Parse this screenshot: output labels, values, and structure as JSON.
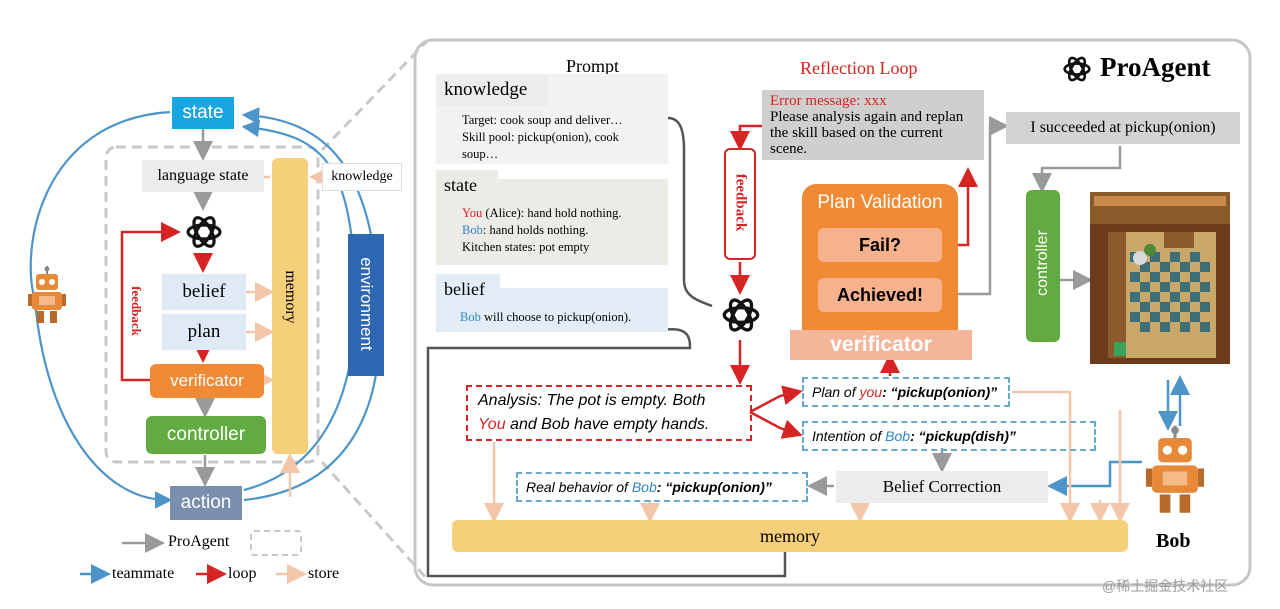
{
  "left": {
    "state_label": "state",
    "language_state_label": "language state",
    "knowledge_label": "knowledge",
    "belief_label": "belief",
    "plan_label": "plan",
    "verificator_label": "verificator",
    "controller_label": "controller",
    "action_label": "action",
    "memory_label": "memory",
    "environment_label": "environment",
    "feedback_label": "feedback"
  },
  "legend": {
    "proagent_label": "ProAgent",
    "teammate_label": "teammate",
    "loop_label": "loop",
    "store_label": "store"
  },
  "right": {
    "brand_title": "ProAgent",
    "prompt_title": "Prompt",
    "knowledge_heading": "knowledge",
    "knowledge_text": "Target: cook soup and deliver…\nSkill pool: pickup(onion), cook soup…",
    "state_heading": "state",
    "state_you": "You",
    "state_you_rest": " (Alice): hand hold nothing.",
    "state_bob": "Bob",
    "state_bob_rest": ": hand holds nothing.",
    "state_kitchen": "Kitchen states: pot empty",
    "belief_heading": "belief",
    "belief_bob": "Bob",
    "belief_rest": " will choose to pickup(onion).",
    "reflection_title": "Reflection Loop",
    "error_message": "Error message: xxx",
    "error_text": "Please analysis again and replan the skill based on the current scene.",
    "feedback_label": "feedback",
    "plan_validation_title": "Plan Validation",
    "fail_label": "Fail?",
    "achieved_label": "Achieved!",
    "verificator_label": "verificator",
    "succeeded_text": "I succeeded at pickup(onion)",
    "controller_label": "controller",
    "analysis_1": "Analysis: The pot is empty. Both",
    "analysis_you": "You",
    "analysis_2": " and Bob have empty hands.",
    "plan_of": "Plan of ",
    "plan_you": "you",
    "plan_value": ": “pickup(onion)”",
    "intention_of": "Intention of ",
    "intention_bob": "Bob",
    "intention_value": ": “pickup(dish)”",
    "real_behavior": "Real behavior of ",
    "real_bob": "Bob",
    "real_value": ": “pickup(onion)”",
    "belief_correction": "Belief Correction",
    "memory_label": "memory",
    "bob_label": "Bob"
  },
  "watermark": "@稀土掘金技术社区",
  "colors": {
    "state_blue": "#18a6e0",
    "verificator_orange": "#f08a34",
    "controller_green": "#62ab43",
    "action_slate": "#7a8fae",
    "memory_yellow": "#f6cf7a",
    "environment_blue": "#2f68b2",
    "loop_red": "#d62424",
    "teammate_blue": "#4d95c9",
    "store_peach": "#f2c6a6",
    "proagent_gray": "#a0a0a0"
  }
}
